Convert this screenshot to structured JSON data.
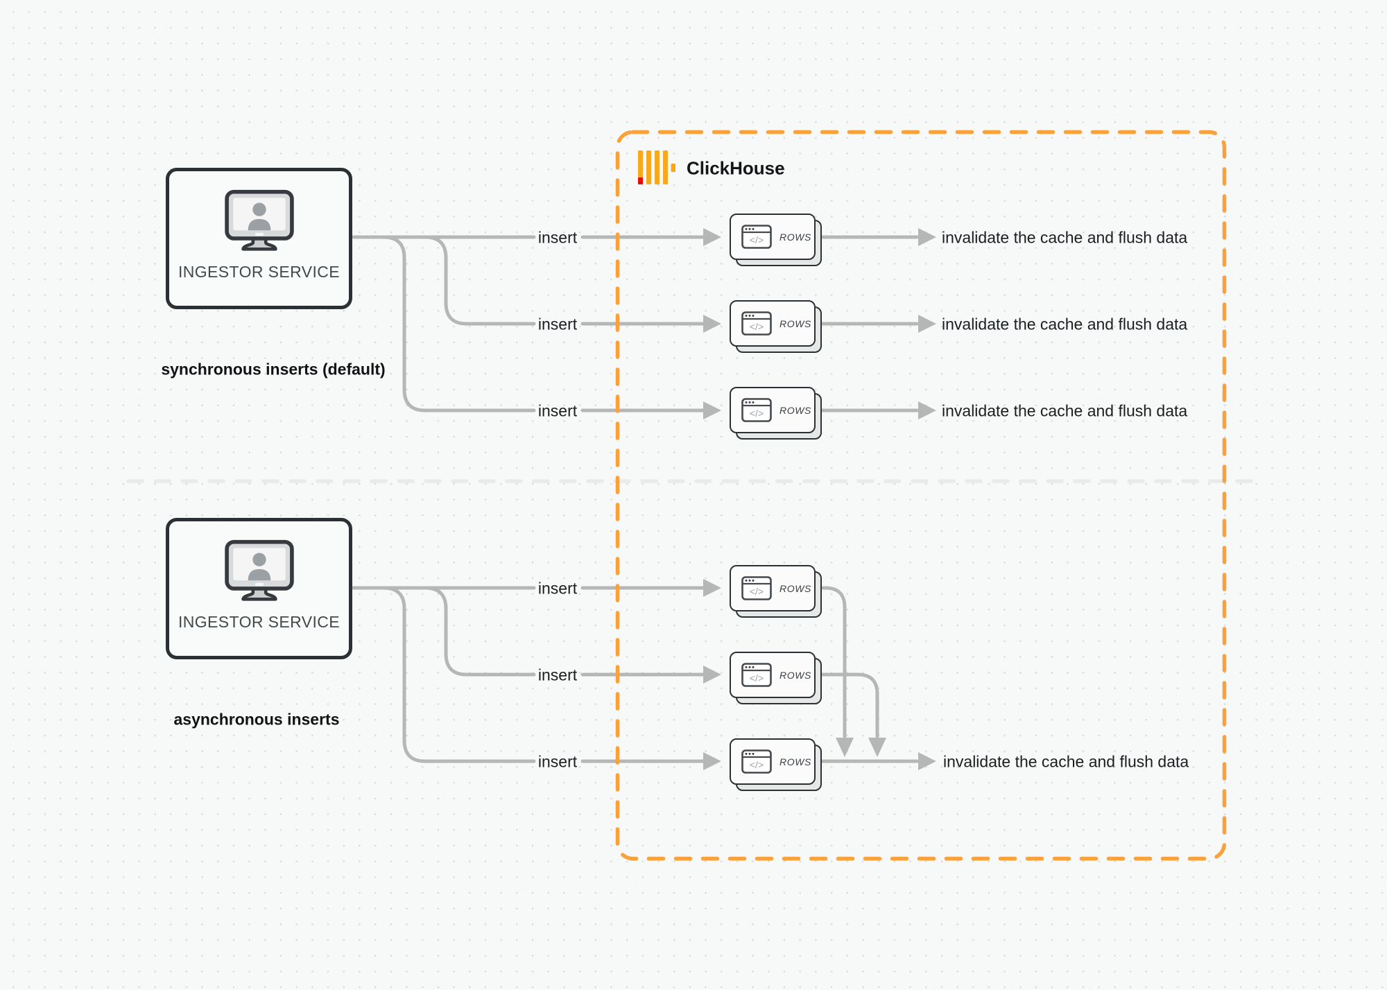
{
  "colors": {
    "background": "#F7F8F8",
    "grid_dot": "#D9DCDC",
    "connector_gray": "#B5B6B6",
    "divider_gray": "#E9EAEA",
    "accent_orange": "#F9A23C",
    "logo_yellow": "#F7A81D",
    "logo_red": "#E11010",
    "node_border": "#2B3034",
    "text_dark": "#1B1E20"
  },
  "clickhouse": {
    "label": "ClickHouse",
    "logo_icon": "clickhouse-bars-icon"
  },
  "sync_section": {
    "service": {
      "label": "INGESTOR SERVICE",
      "icon": "monitor-user-icon"
    },
    "caption": "synchronous inserts (default)",
    "rows": [
      {
        "insert_label": "insert",
        "card_label": "ROWS",
        "card_icon": "browser-code-icon",
        "result_label": "invalidate the cache and flush data"
      },
      {
        "insert_label": "insert",
        "card_label": "ROWS",
        "card_icon": "browser-code-icon",
        "result_label": "invalidate the cache and flush data"
      },
      {
        "insert_label": "insert",
        "card_label": "ROWS",
        "card_icon": "browser-code-icon",
        "result_label": "invalidate the cache and flush data"
      }
    ]
  },
  "async_section": {
    "service": {
      "label": "INGESTOR SERVICE",
      "icon": "monitor-user-icon"
    },
    "caption": "asynchronous inserts",
    "rows": [
      {
        "insert_label": "insert",
        "card_label": "ROWS",
        "card_icon": "browser-code-icon"
      },
      {
        "insert_label": "insert",
        "card_label": "ROWS",
        "card_icon": "browser-code-icon"
      },
      {
        "insert_label": "insert",
        "card_label": "ROWS",
        "card_icon": "browser-code-icon"
      }
    ],
    "result_label": "invalidate the cache and flush data"
  }
}
